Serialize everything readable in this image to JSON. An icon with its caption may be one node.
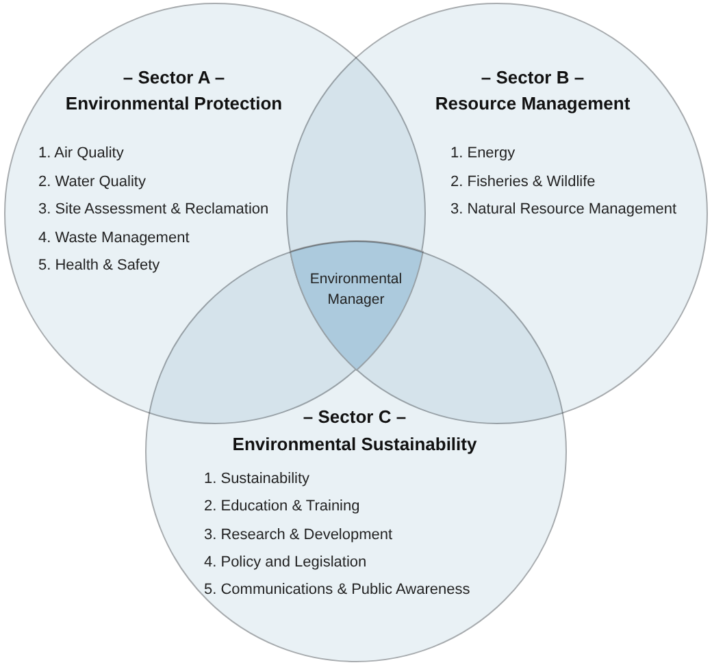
{
  "diagram": {
    "nodes": [
      {
        "text": [
          "– Sector A –",
          "Environmental Protection",
          "1. Air Quality",
          "2. Water Quality",
          "3. Site Assessment & Reclamation",
          "4. Waste Management",
          "5. Health & Safety"
        ]
      },
      {
        "text": [
          "– Sector B –",
          "Resource Management",
          "1. Energy",
          "2. Fisheries & Wildlife",
          "3. Natural Resource Management"
        ]
      },
      {
        "text": [
          "Environmental Manager"
        ]
      },
      {
        "text": [
          "– Sector C –",
          "Environmental Sustainability",
          "1. Sustainability",
          "2. Education & Training",
          "3. Research & Development",
          "4. Policy and Legislation",
          "5. Communications & Public Awareness"
        ]
      }
    ]
  }
}
